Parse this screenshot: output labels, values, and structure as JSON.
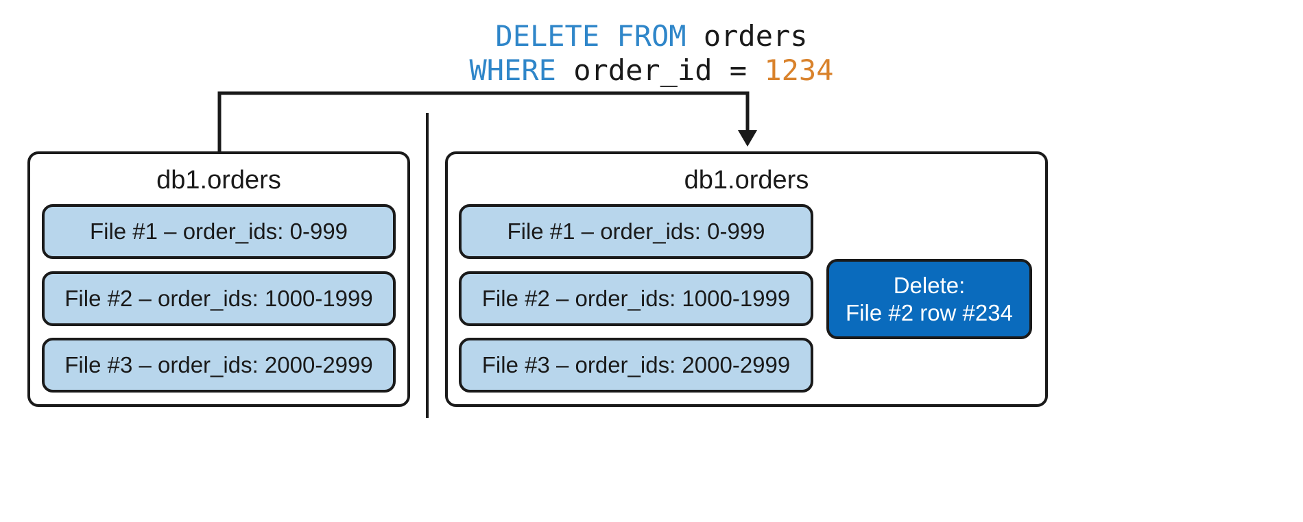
{
  "query": {
    "line1": {
      "keyword": "DELETE FROM",
      "table": " orders"
    },
    "line2": {
      "keyword": "WHERE",
      "condition": " order_id = ",
      "value": "1234"
    }
  },
  "before": {
    "title": "db1.orders",
    "files": [
      "File #1 – order_ids: 0-999",
      "File #2 – order_ids: 1000-1999",
      "File #3 – order_ids: 2000-2999"
    ]
  },
  "after": {
    "title": "db1.orders",
    "files": [
      "File #1 – order_ids: 0-999",
      "File #2 – order_ids: 1000-1999",
      "File #3 – order_ids: 2000-2999"
    ],
    "delete_file": {
      "line1": "Delete:",
      "line2": "File #2 row #234"
    }
  },
  "colors": {
    "keyword": "#2f86c9",
    "number": "#d9822b",
    "file_fill": "#b8d6ec",
    "delete_fill": "#0a6bbd",
    "outline": "#1a1a1a"
  }
}
